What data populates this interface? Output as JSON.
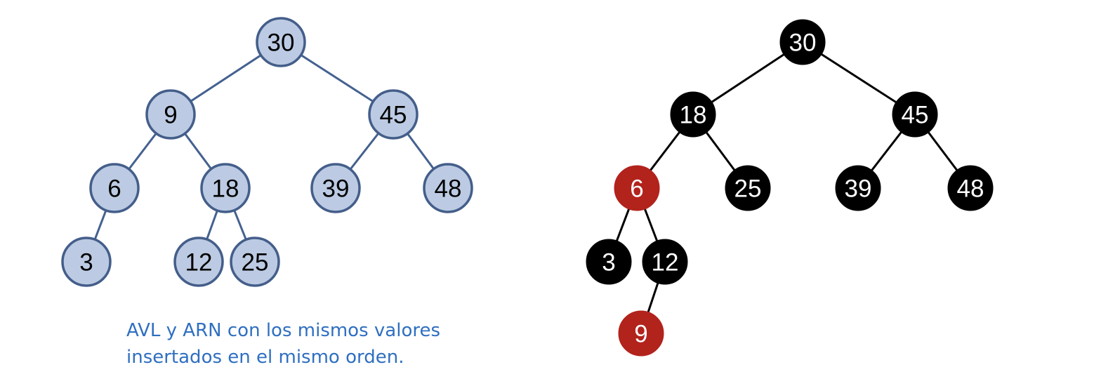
{
  "caption": {
    "line1": "AVL y ARN con los mismos valores",
    "line2": "insertados en el mismo orden."
  },
  "colors": {
    "avl_fill": "#bccbe3",
    "avl_stroke": "#445e8a",
    "avl_edge": "#44618f",
    "avl_text": "#000000",
    "rb_black": "#000000",
    "rb_red": "#b2231c",
    "rb_text": "#ffffff",
    "rb_edge": "#000000",
    "caption": "#2f6fc0"
  },
  "avl_tree": {
    "nodes": [
      {
        "id": "n30",
        "label": "30"
      },
      {
        "id": "n9",
        "label": "9"
      },
      {
        "id": "n45",
        "label": "45"
      },
      {
        "id": "n6",
        "label": "6"
      },
      {
        "id": "n18",
        "label": "18"
      },
      {
        "id": "n39",
        "label": "39"
      },
      {
        "id": "n48",
        "label": "48"
      },
      {
        "id": "n3",
        "label": "3"
      },
      {
        "id": "n12",
        "label": "12"
      },
      {
        "id": "n25",
        "label": "25"
      }
    ],
    "edges": [
      [
        "n30",
        "n9"
      ],
      [
        "n30",
        "n45"
      ],
      [
        "n9",
        "n6"
      ],
      [
        "n9",
        "n18"
      ],
      [
        "n45",
        "n39"
      ],
      [
        "n45",
        "n48"
      ],
      [
        "n6",
        "n3"
      ],
      [
        "n18",
        "n12"
      ],
      [
        "n18",
        "n25"
      ]
    ]
  },
  "rb_tree": {
    "nodes": [
      {
        "id": "r30",
        "label": "30",
        "color": "black"
      },
      {
        "id": "r18",
        "label": "18",
        "color": "black"
      },
      {
        "id": "r45",
        "label": "45",
        "color": "black"
      },
      {
        "id": "r6",
        "label": "6",
        "color": "red"
      },
      {
        "id": "r25",
        "label": "25",
        "color": "black"
      },
      {
        "id": "r39",
        "label": "39",
        "color": "black"
      },
      {
        "id": "r48",
        "label": "48",
        "color": "black"
      },
      {
        "id": "r3",
        "label": "3",
        "color": "black"
      },
      {
        "id": "r12",
        "label": "12",
        "color": "black"
      },
      {
        "id": "r9",
        "label": "9",
        "color": "red"
      }
    ],
    "edges": [
      [
        "r30",
        "r18"
      ],
      [
        "r30",
        "r45"
      ],
      [
        "r18",
        "r6"
      ],
      [
        "r18",
        "r25"
      ],
      [
        "r45",
        "r39"
      ],
      [
        "r45",
        "r48"
      ],
      [
        "r6",
        "r3"
      ],
      [
        "r6",
        "r12"
      ],
      [
        "r12",
        "r9"
      ]
    ]
  }
}
